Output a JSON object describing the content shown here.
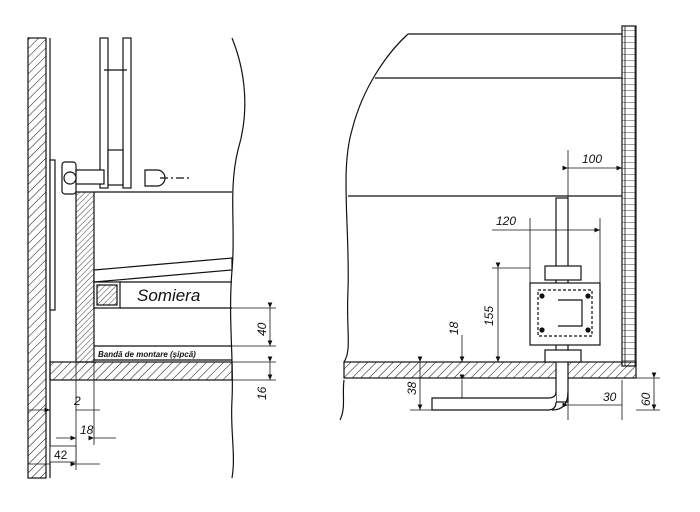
{
  "left_drawing": {
    "somiera_label": "Somiera",
    "strip_label": "Bandă de montare (şipcă)",
    "dims": {
      "d40": "40",
      "d16": "16",
      "d2": "2",
      "d18": "18",
      "d42": "42"
    }
  },
  "right_drawing": {
    "dims": {
      "d100": "100",
      "d120": "120",
      "d155": "155",
      "d18": "18",
      "d38": "38",
      "d30": "30",
      "d60": "60"
    }
  },
  "colors": {
    "line": "#111111",
    "paper": "#ffffff"
  }
}
